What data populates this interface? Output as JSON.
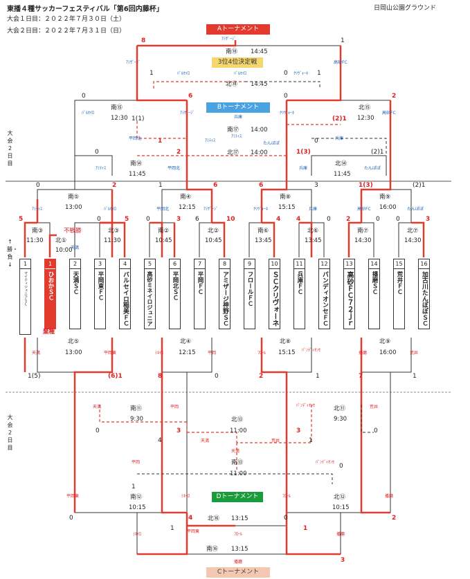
{
  "header": {
    "title": "東播４種サッカーフェスティバル「第6回内藤杯」",
    "venue": "日岡山公園グラウンド",
    "day1": "大会１日目：２０２２年７月３０日（土）",
    "day2": "大会２日目：２０２２年７月３１日（日）"
  },
  "side_labels": {
    "upper_day2": "大会2日目",
    "lower_day2": "大会2日目",
    "arrows": "↑勝・負↓"
  },
  "banners": {
    "a": "Aトーナメント",
    "b": "Bトーナメント",
    "d": "Dトーナメント",
    "c": "Cトーナメント",
    "third": "3位4位決定戦"
  },
  "teams": [
    {
      "no": "1",
      "name": "ひおかＳＣ"
    },
    {
      "no": "2",
      "name": "天満ＳＣ"
    },
    {
      "no": "3",
      "name": "平岡東ＦＣ"
    },
    {
      "no": "4",
      "name": "バルセイロ稲美ＦＣ"
    },
    {
      "no": "5",
      "name": "高砂ミネイロジュニア"
    },
    {
      "no": "6",
      "name": "平岡北ＳＣ"
    },
    {
      "no": "7",
      "name": "平岡ＦＣ"
    },
    {
      "no": "8",
      "name": "アミザージ神野ＳＣ"
    },
    {
      "no": "9",
      "name": "フロールＦＣ"
    },
    {
      "no": "10",
      "name": "ＳＣクリヴォーネ"
    },
    {
      "no": "11",
      "name": "兵庫ＦＣ"
    },
    {
      "no": "12",
      "name": "パンディオンセＦＣ"
    },
    {
      "no": "13",
      "name": "高砂ＦＣ７２ｊｒ"
    },
    {
      "no": "14",
      "name": "播磨ＳＣ"
    },
    {
      "no": "15",
      "name": "荒井ＦＣ"
    },
    {
      "no": "16",
      "name": "加古川たんぽぽＳＣ"
    }
  ],
  "withdrawn_team": {
    "no": "1",
    "name": "マイティジュニアＳＣ"
  },
  "labels": {
    "forfeit": "不戦勝",
    "abstain": "棄権"
  },
  "r1_upper": [
    {
      "court": "南③",
      "time": "11:30"
    },
    {
      "court": "北③",
      "time": "11:30"
    },
    {
      "court": "南②",
      "time": "10:45"
    },
    {
      "court": "北②",
      "time": "10:45"
    },
    {
      "court": "南⑥",
      "time": "13:45"
    },
    {
      "court": "北⑥",
      "time": "13:45"
    },
    {
      "court": "南⑦",
      "time": "14:30"
    },
    {
      "court": "北⑦",
      "time": "14:30"
    }
  ],
  "r1_pre": {
    "court": "北①",
    "time": "10:00"
  },
  "r2_upper": [
    {
      "court": "南⑤",
      "time": "13:00"
    },
    {
      "court": "南④",
      "time": "12:15"
    },
    {
      "court": "南⑧",
      "time": "15:15"
    },
    {
      "court": "南⑨",
      "time": "16:00"
    }
  ],
  "r2_lower": [
    {
      "court": "北⑤",
      "time": "13:00"
    },
    {
      "court": "北④",
      "time": "12:15"
    },
    {
      "court": "北⑧",
      "time": "15:15"
    },
    {
      "court": "北⑨",
      "time": "16:00"
    }
  ],
  "semis_upper": [
    {
      "court": "南⑮",
      "time": "12:30"
    },
    {
      "court": "北⑮",
      "time": "12:30"
    }
  ],
  "b_semis": [
    {
      "court": "南⑭",
      "time": "11:45"
    },
    {
      "court": "北⑭",
      "time": "11:45"
    }
  ],
  "b_final": [
    {
      "court": "南⑰",
      "time": "14:00"
    },
    {
      "court": "北⑰",
      "time": "14:00"
    }
  ],
  "a_final": {
    "court": "南⑱",
    "time": "14:45"
  },
  "third_place": {
    "court": "北⑱",
    "time": "14:45"
  },
  "lower_round": [
    {
      "court": "南⑪",
      "time": "9:30"
    },
    {
      "court": "北⑪",
      "time": "9:30"
    },
    {
      "court": "北⑬",
      "time": "11:00"
    },
    {
      "court": "南⑬",
      "time": "11:00"
    },
    {
      "court": "南⑫",
      "time": "10:15"
    },
    {
      "court": "北⑫",
      "time": "10:15"
    },
    {
      "court": "北⑯",
      "time": "13:15"
    },
    {
      "court": "南⑯",
      "time": "13:15"
    }
  ],
  "scores_upper": [
    "5",
    "1",
    "5",
    "0",
    "3",
    "0",
    "10",
    "6",
    "4",
    "4",
    "0",
    "2",
    "0",
    "0",
    "3",
    "0",
    "2",
    "1",
    "6",
    "6",
    "3",
    "1(3)",
    "(2)1",
    "8",
    "1",
    "0",
    "6",
    "0",
    "2",
    "1(1)",
    "(2)1",
    "1",
    "2",
    "0",
    "1(3)",
    "0",
    "(2)1",
    "1",
    "0",
    "1"
  ],
  "scores_lower": [
    "1(5)",
    "(6)1",
    "8",
    "0",
    "2",
    "1",
    "7",
    "1",
    "0",
    "4",
    "3",
    "3",
    "0",
    "1",
    "0",
    "1",
    "0",
    "4",
    "1",
    "0",
    "2",
    "1",
    "3"
  ],
  "small_labels_upper": [
    "ｱﾐｻﾞｰｼﾞ",
    "ｱﾐｻﾞｰｼﾞ",
    "高砂FC",
    "ﾊﾞﾙｾｲﾛ",
    "ﾊﾞﾙｾｲﾛ",
    "ｸﾘｳﾞｫｰﾈ",
    "ﾊﾞﾙｾｲﾛ",
    "ｱﾐｻﾞｰｼﾞ",
    "ｸﾘｳﾞｫｰﾈ",
    "高砂FC",
    "兵庫",
    "平岡北",
    "ｱﾐﾃｨｽ",
    "ｱﾐﾃｨｽ",
    "たんぽぽ",
    "兵庫",
    "ｱﾐﾃｨｽ",
    "平岡北",
    "兵庫",
    "たんぽぽ",
    "ｱﾐﾃｨｽ",
    "ﾊﾞﾙｾｲﾛ",
    "平岡北",
    "ｱﾐｻﾞｰｼﾞ",
    "ｸﾘｳﾞｫｰﾈ",
    "兵庫",
    "高砂FC",
    "たんぽぽ",
    "天満"
  ],
  "small_labels_lower": [
    "天満",
    "平岡東",
    "ﾐﾈｲﾛ",
    "平岡",
    "ﾌﾛｰﾙ",
    "ﾊﾟﾝﾃﾞｨｵﾝｾ",
    "播磨",
    "荒井",
    "天満",
    "平岡",
    "ﾊﾟﾝﾃﾞｨｵﾝｾ",
    "荒井",
    "天満",
    "荒井",
    "天満",
    "平岡",
    "ﾊﾟﾝﾃﾞｨｵﾝｾ",
    "平岡東",
    "ﾐﾈｲﾛ",
    "ﾌﾛｰﾙ",
    "播磨",
    "ﾐﾈｲﾛ",
    "平岡東",
    "ﾌﾛｰﾙ",
    "播磨",
    "播磨"
  ]
}
